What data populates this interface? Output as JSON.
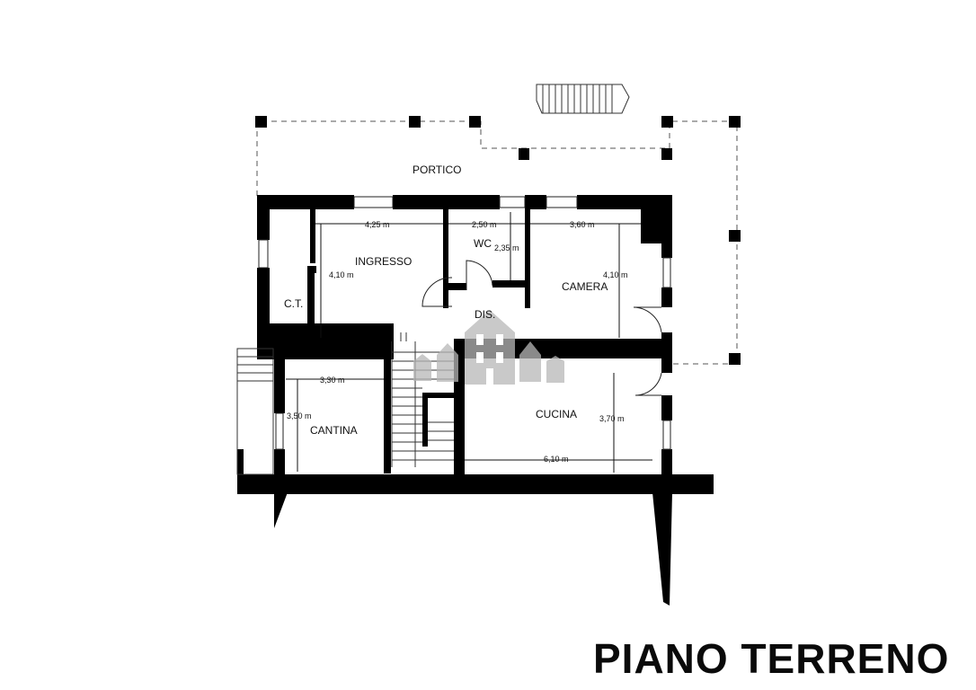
{
  "title": "PIANO TERRENO",
  "rooms": {
    "portico": "PORTICO",
    "ingresso": "INGRESSO",
    "wc": "WC",
    "ct": "C.T.",
    "camera": "CAMERA",
    "dis": "DIS.",
    "cantina": "CANTINA",
    "cucina": "CUCINA"
  },
  "dimensions": {
    "ingresso_width": "4,25 m",
    "ingresso_height": "4,10 m",
    "wc_width": "2,50 m",
    "wc_height": "2,35 m",
    "camera_width": "3,60 m",
    "camera_height": "4,10 m",
    "cantina_width": "3,30 m",
    "cantina_height": "3,50 m",
    "cucina_width": "6,10 m",
    "cucina_height": "3,70 m"
  },
  "colors": {
    "wall": "#000000",
    "watermark": "#b8b8b8"
  }
}
